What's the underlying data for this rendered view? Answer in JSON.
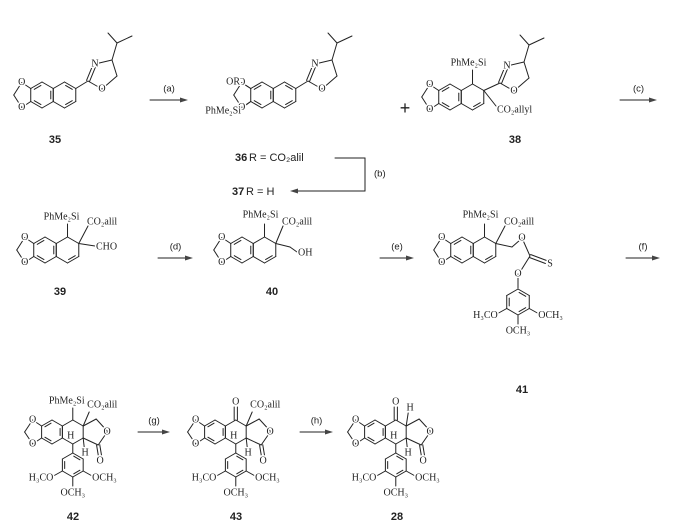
{
  "compounds": {
    "c35": "35",
    "c36": "36",
    "c37": "37",
    "c38": "38",
    "c39": "39",
    "c40": "40",
    "c41": "41",
    "c42": "42",
    "c43": "43",
    "c28": "28"
  },
  "reagents": {
    "a": "(a)",
    "b": "(b)",
    "c": "(c)",
    "d": "(d)",
    "e": "(e)",
    "f": "(f)",
    "g": "(g)",
    "h": "(h)"
  },
  "r_definitions": {
    "r36": " R = CO₂alil",
    "r37": " R = H"
  },
  "plus": "+",
  "atoms": {
    "O": "O",
    "N": "N",
    "H": "H",
    "S": "S",
    "OR": "OR",
    "OH": "OH",
    "CHO": "CHO",
    "silyl": "PhMe₂Si",
    "co2allyl": "CO₂allyl",
    "co2alil": "CO₂alil",
    "co2aill": "CO₂aill",
    "h3co": "H₃CO",
    "och3": "OCH₃"
  }
}
